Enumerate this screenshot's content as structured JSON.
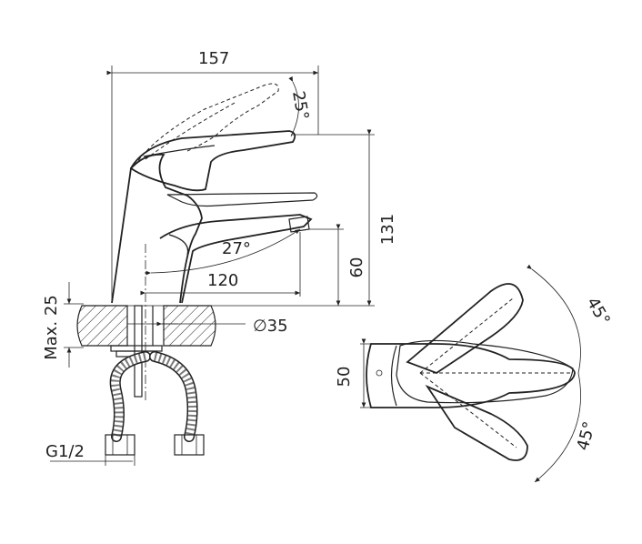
{
  "dimensions": {
    "width_total": "157",
    "handle_angle": "25°",
    "height_total": "131",
    "spout_angle": "27°",
    "spout_height": "60",
    "spout_reach": "120",
    "max_thickness": "Max. 25",
    "hole_diameter": "∅35",
    "connection_thread": "G1/2",
    "body_diameter": "50",
    "rotation_upper": "45°",
    "rotation_lower": "45°"
  }
}
